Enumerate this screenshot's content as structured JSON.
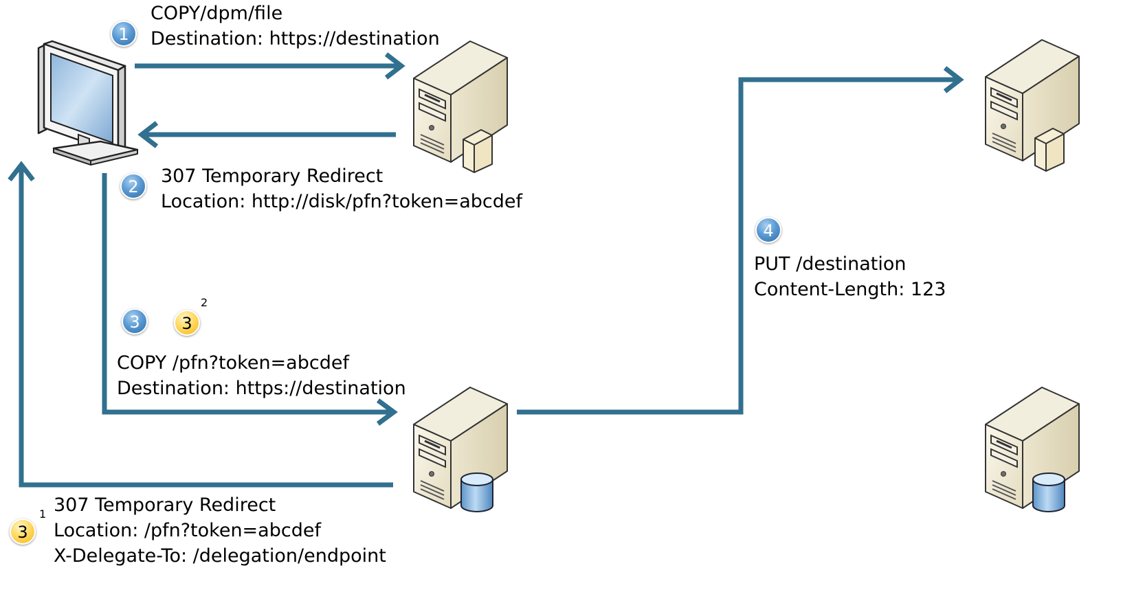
{
  "steps": {
    "step1": {
      "badge": "1",
      "lines": [
        "COPY/dpm/file",
        "Destination: https://destination"
      ]
    },
    "step2": {
      "badge": "2",
      "lines": [
        "307 Temporary Redirect",
        "Location: http://disk/pfn?token=abcdef"
      ]
    },
    "step3": {
      "badge": "3",
      "alt_badge": "3",
      "alt_sup": "2",
      "lines": [
        "COPY /pfn?token=abcdef",
        "Destination: https://destination"
      ]
    },
    "step3_redirect": {
      "badge": "3",
      "sup": "1",
      "lines": [
        "307 Temporary Redirect",
        "Location: /pfn?token=abcdef",
        "X-Delegate-To: /delegation/endpoint"
      ]
    },
    "step4": {
      "badge": "4",
      "lines": [
        "PUT /destination",
        "Content-Length: 123"
      ]
    }
  },
  "icons": {
    "client": "computer-monitor-icon",
    "head_node": "server-with-folder-icon",
    "disk_node": "server-with-database-icon",
    "remote_head_node": "server-with-folder-icon",
    "remote_disk_node": "server-with-database-icon"
  },
  "colors": {
    "arrow": "#31708f",
    "badge_blue": "#5b9bd5",
    "badge_yellow": "#ffd75a"
  }
}
